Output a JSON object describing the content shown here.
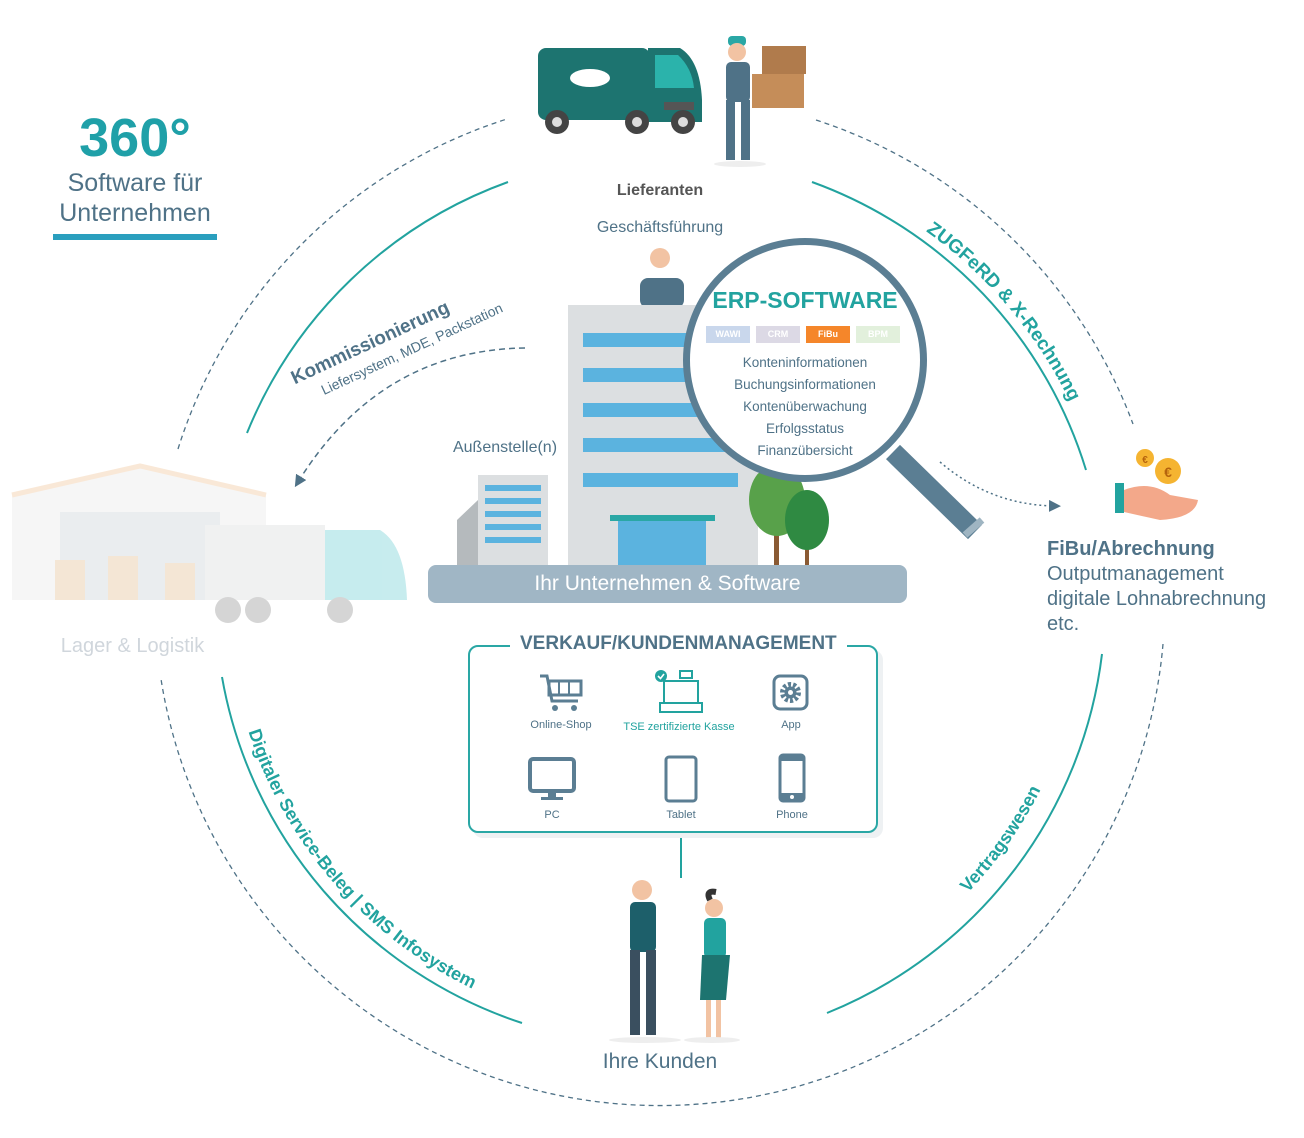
{
  "header": {
    "degrees": "360°",
    "line1": "Software für",
    "line2": "Unternehmen"
  },
  "top": {
    "suppliers": "Lieferanten",
    "management": "Geschäftsführung"
  },
  "company": {
    "branch": "Außenstelle(n)",
    "base_label": "Ihr Unternehmen & Software"
  },
  "erp": {
    "title": "ERP-SOFTWARE",
    "tags": [
      {
        "label": "WAWI",
        "color": "#c9d7ec"
      },
      {
        "label": "CRM",
        "color": "#dcd9e5"
      },
      {
        "label": "FiBu",
        "color": "#f5862a"
      },
      {
        "label": "BPM",
        "color": "#e2f0dc"
      }
    ],
    "items": [
      "Konteninformationen",
      "Buchungsinformationen",
      "Kontenüberwachung",
      "Erfolgsstatus",
      "Finanzübersicht"
    ]
  },
  "arcs": {
    "zugferd": "ZUGFeRD & X-Rechnung",
    "kommissionierung": "Kommissionierung",
    "kommissionierung_sub": "Liefersystem, MDE, Packstation",
    "service": "Digitaler Service-Beleg | SMS Infosystem",
    "vertrag": "Vertragswesen"
  },
  "warehouse": {
    "label": "Lager & Logistik"
  },
  "fibu": {
    "title": "FiBu/Abrechnung",
    "lines": [
      "Outputmanagement",
      "digitale Lohnabrechnung",
      "etc."
    ]
  },
  "sales": {
    "title": "VERKAUF/KUNDENMANAGEMENT",
    "items": [
      {
        "label": "Online-Shop",
        "icon": "cart-icon"
      },
      {
        "label": "TSE zertifizierte Kasse",
        "icon": "cash-register-icon"
      },
      {
        "label": "App",
        "icon": "gear-app-icon"
      },
      {
        "label": "PC",
        "icon": "monitor-icon"
      },
      {
        "label": "Tablet",
        "icon": "tablet-icon"
      },
      {
        "label": "Phone",
        "icon": "phone-icon"
      }
    ]
  },
  "customers": {
    "label": "Ihre Kunden"
  },
  "colors": {
    "teal": "#22a39f",
    "slate": "#4f7287",
    "lens": "#5b7e93"
  }
}
